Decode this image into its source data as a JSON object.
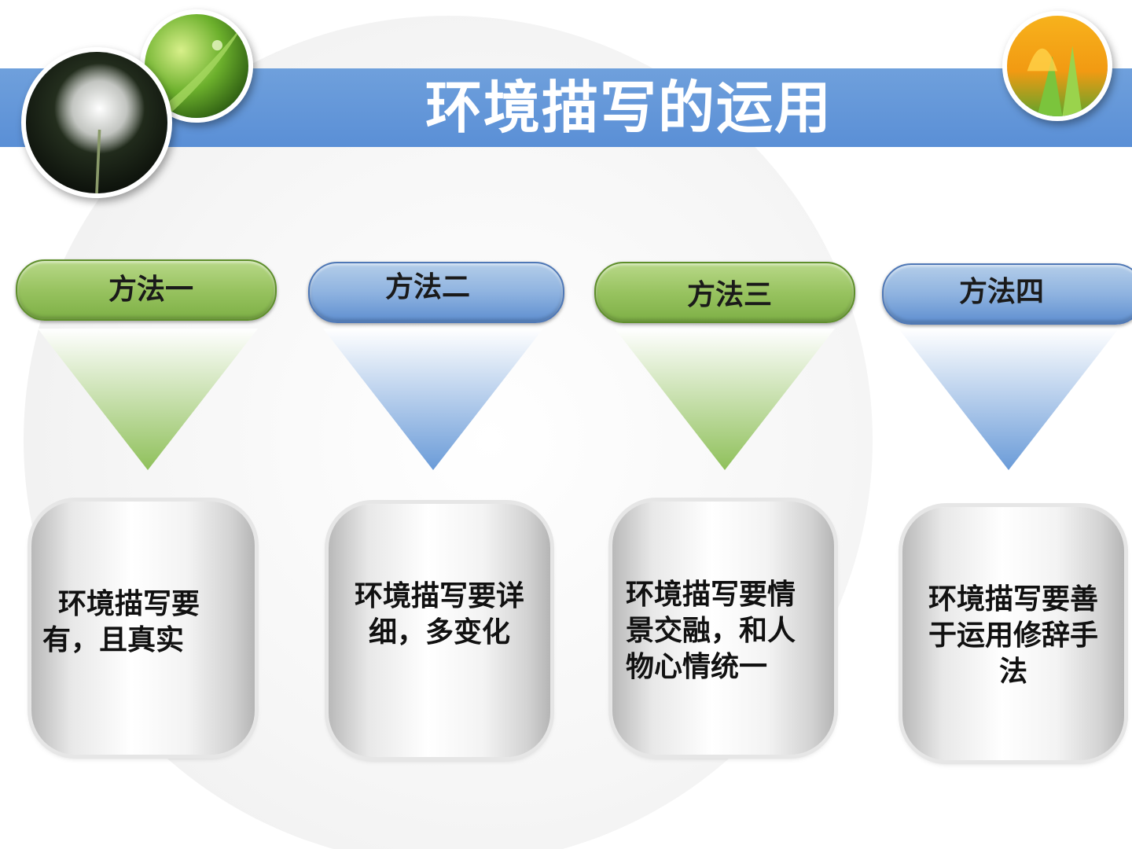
{
  "title": "环境描写的运用",
  "methods": [
    {
      "label": "方法一",
      "color": "green",
      "text": "环境描写要有，且真实"
    },
    {
      "label": "方法二",
      "color": "blue",
      "text": "环境描写要详细，多变化"
    },
    {
      "label": "方法三",
      "color": "green",
      "text": "环境描写要情景交融，和人物心情统一"
    },
    {
      "label": "方法四",
      "color": "blue",
      "text": "环境描写要善于运用修辞手法"
    }
  ],
  "colors": {
    "title_bar": "#5a8fd6",
    "green": "#8fc05a",
    "blue": "#6a9bd8",
    "title_text": "#ffffff"
  },
  "icons": [
    "dandelion-photo",
    "green-leaf-photo",
    "tulip-photo"
  ]
}
